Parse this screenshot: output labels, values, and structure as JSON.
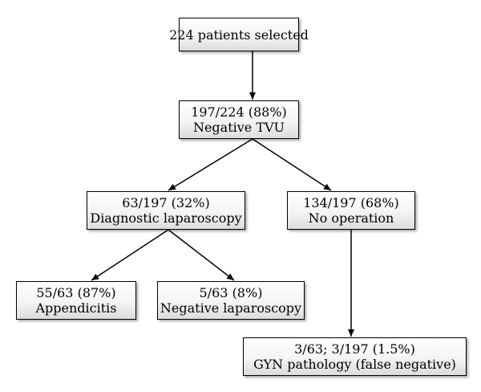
{
  "flowchart": {
    "start": {
      "line1": "224 patients selected"
    },
    "tvu": {
      "line1": "197/224 (88%)",
      "line2": "Negative TVU"
    },
    "diagnostic": {
      "line1": "63/197 (32%)",
      "line2": "Diagnostic laparoscopy"
    },
    "no_operation": {
      "line1": "134/197 (68%)",
      "line2": "No operation"
    },
    "appendicitis": {
      "line1": "55/63 (87%)",
      "line2": "Appendicitis"
    },
    "negative_laparoscopy": {
      "line1": "5/63 (8%)",
      "line2": "Negative laparoscopy"
    },
    "gyn": {
      "line1": "3/63; 3/197 (1.5%)",
      "line2": "GYN pathology (false negative)"
    }
  }
}
